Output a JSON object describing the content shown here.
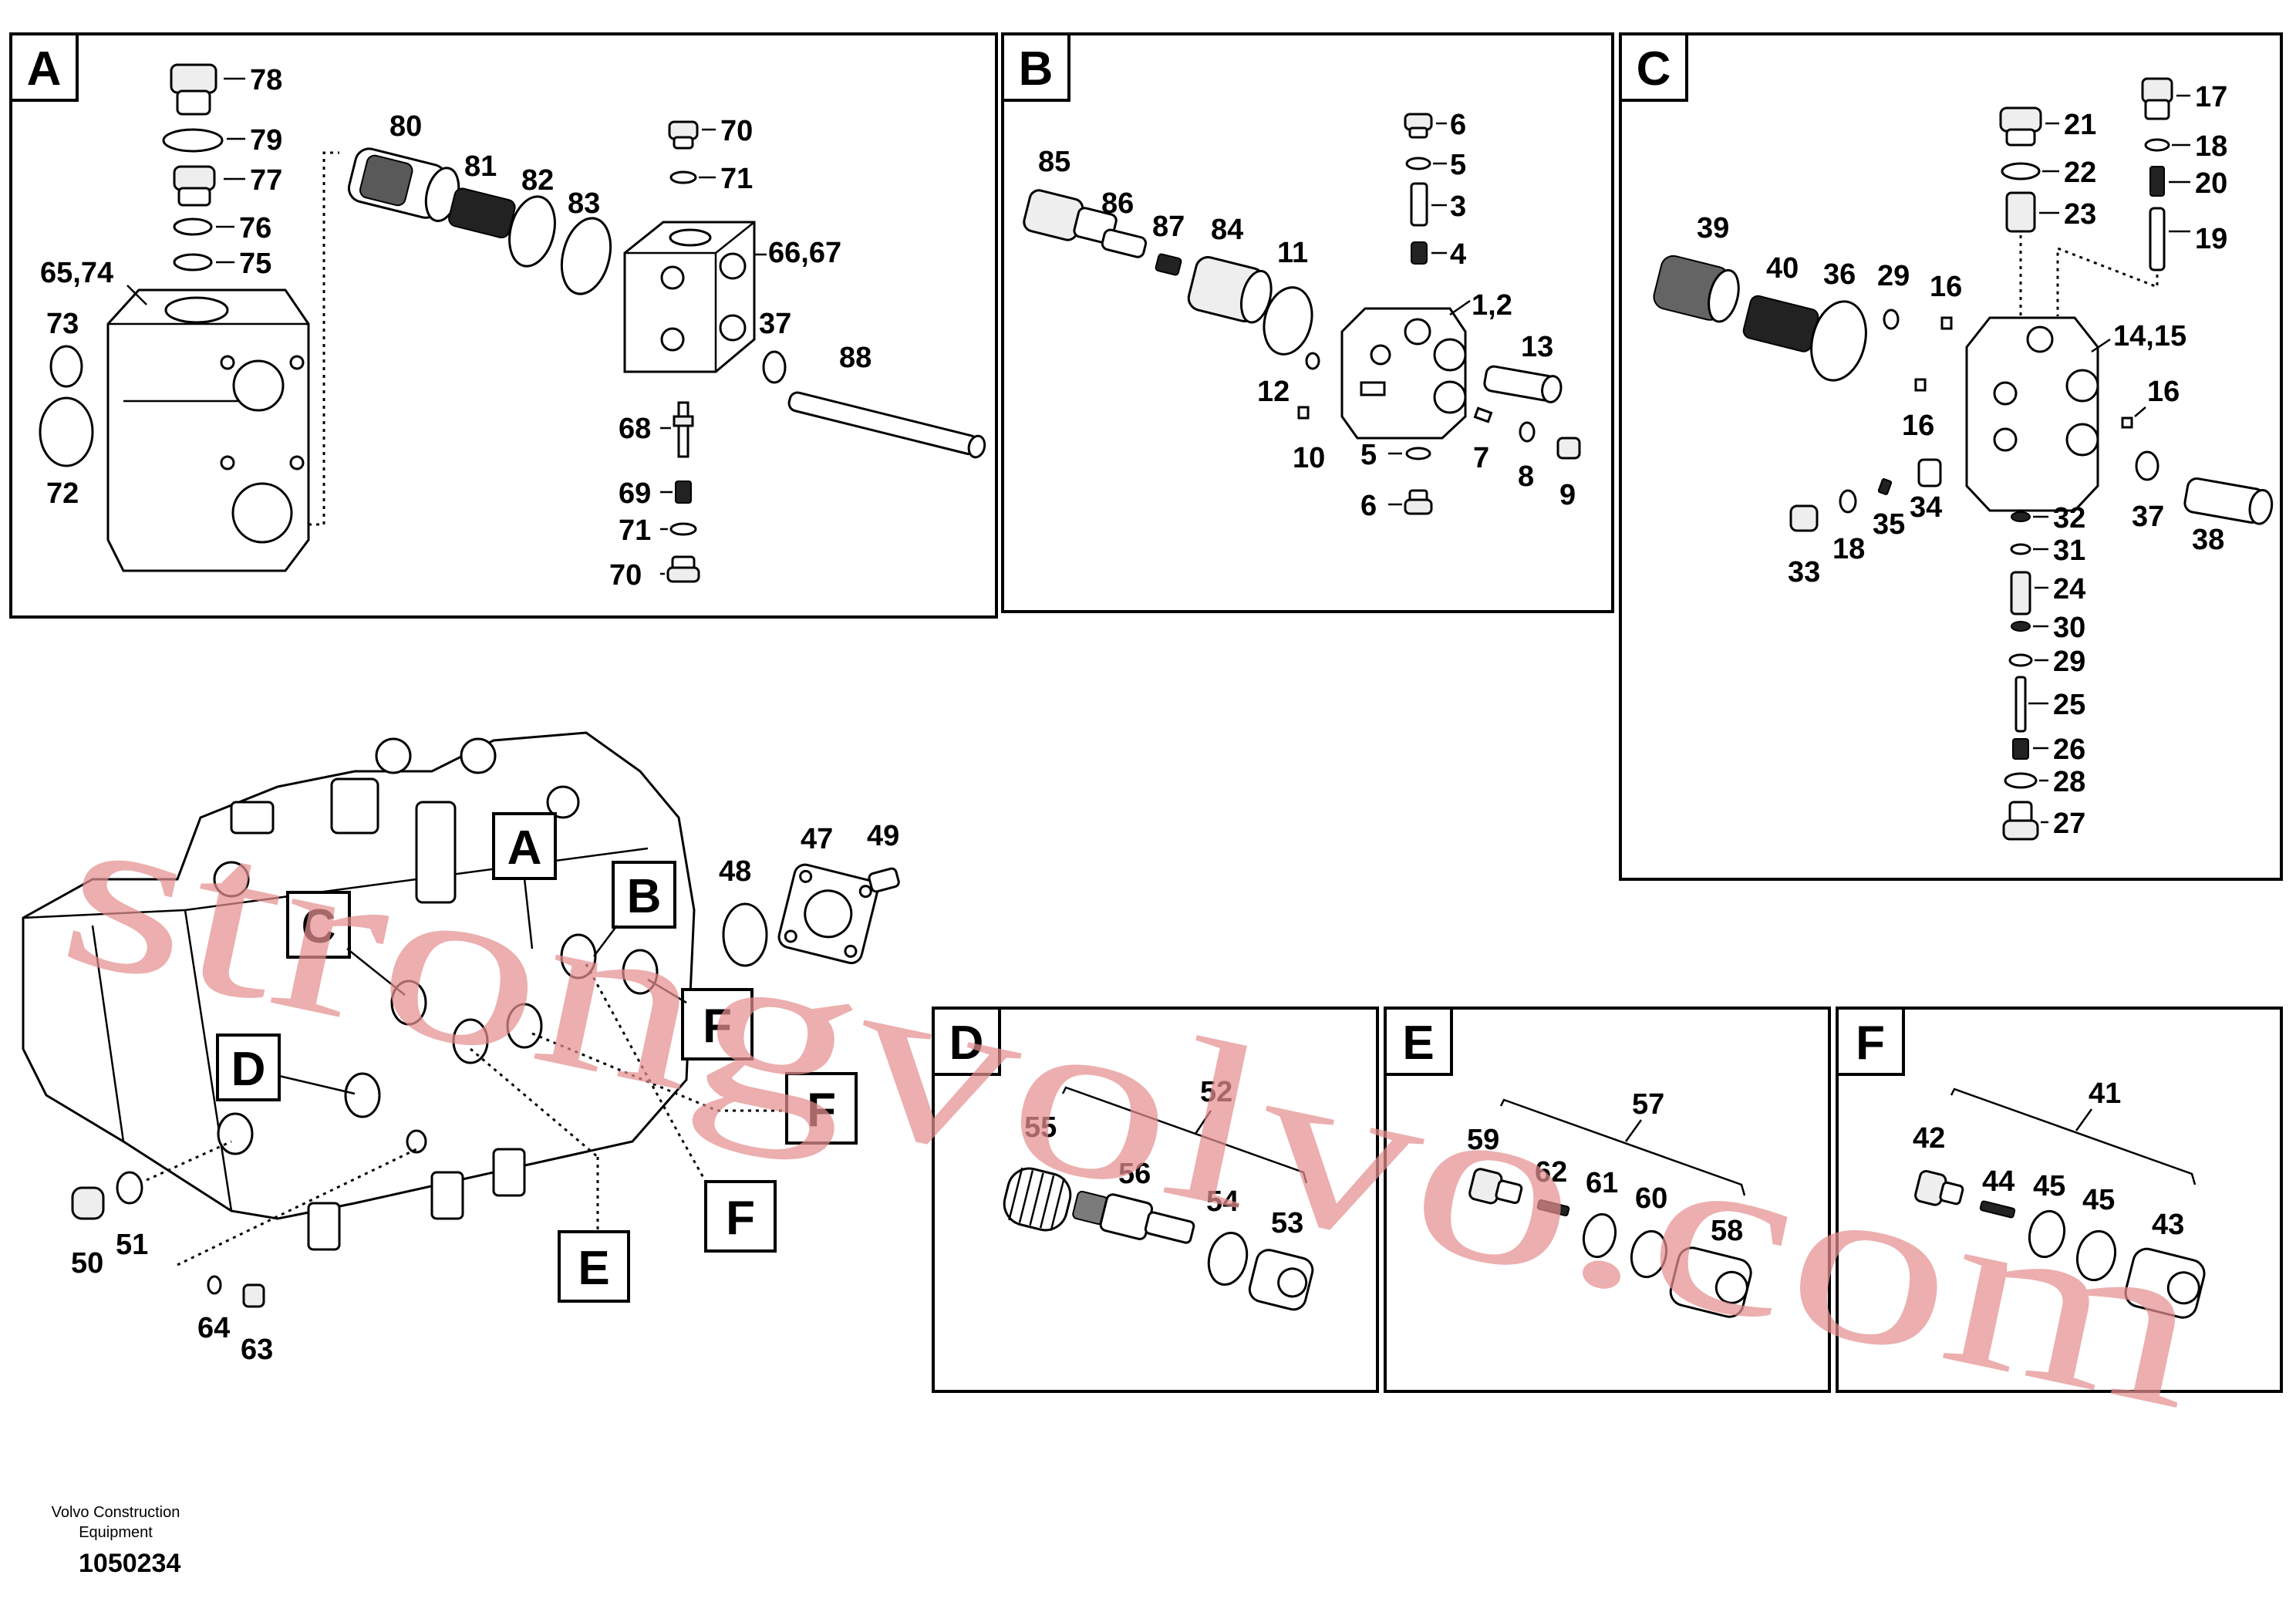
{
  "panels": {
    "A": {
      "label": "A",
      "callouts": [
        "78",
        "79",
        "77",
        "76",
        "75",
        "65,74",
        "73",
        "72",
        "80",
        "81",
        "82",
        "83",
        "70",
        "71",
        "66,67",
        "37",
        "88",
        "68",
        "69",
        "71",
        "70"
      ]
    },
    "B": {
      "label": "B",
      "callouts": [
        "85",
        "86",
        "87",
        "84",
        "11",
        "6",
        "5",
        "3",
        "4",
        "1,2",
        "13",
        "12",
        "10",
        "5",
        "6",
        "7",
        "8",
        "9"
      ]
    },
    "C": {
      "label": "C",
      "callouts": [
        "17",
        "18",
        "20",
        "19",
        "21",
        "22",
        "23",
        "39",
        "40",
        "36",
        "29",
        "16",
        "14,15",
        "16",
        "16",
        "33",
        "18",
        "35",
        "34",
        "37",
        "38",
        "32",
        "31",
        "24",
        "30",
        "29",
        "25",
        "26",
        "28",
        "27"
      ]
    },
    "D": {
      "label": "D",
      "callouts": [
        "52",
        "55",
        "56",
        "54",
        "53"
      ]
    },
    "E": {
      "label": "E",
      "callouts": [
        "57",
        "59",
        "62",
        "61",
        "60",
        "58"
      ]
    },
    "F": {
      "label": "F",
      "callouts": [
        "41",
        "42",
        "44",
        "45",
        "45",
        "43"
      ]
    }
  },
  "main_view": {
    "section_tags": [
      "A",
      "B",
      "C",
      "D",
      "E",
      "F",
      "F",
      "F"
    ],
    "callouts": [
      "47",
      "49",
      "48",
      "50",
      "51",
      "64",
      "63"
    ]
  },
  "watermark": "strongvolvo.com",
  "footer": {
    "company": "Volvo Construction Equipment",
    "part_number": "1050234"
  },
  "colors": {
    "line": "#000000",
    "watermark": "#e58f8f",
    "background": "#ffffff"
  }
}
